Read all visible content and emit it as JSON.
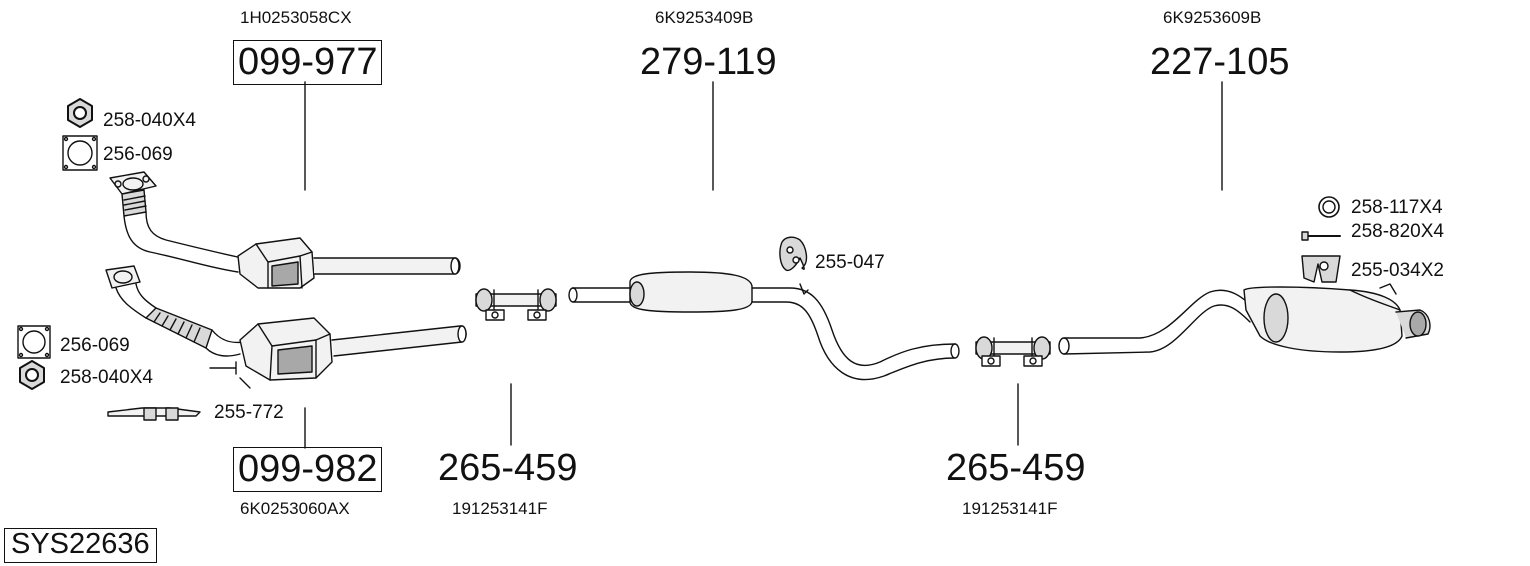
{
  "system_code": "SYS22636",
  "parts": {
    "cat1": {
      "number": "099-977",
      "oem": "1H0253058CX"
    },
    "cat2": {
      "number": "099-982",
      "oem": "6K0253060AX"
    },
    "mid": {
      "number": "279-119",
      "oem": "6K9253409B"
    },
    "rear": {
      "number": "227-105",
      "oem": "6K9253609B"
    },
    "clamp1": {
      "number": "265-459",
      "oem": "191253141F"
    },
    "clamp2": {
      "number": "265-459",
      "oem": "191253141F"
    }
  },
  "accessories": {
    "nut_top": "258-040X4",
    "gasket_top": "256-069",
    "gasket_bottom": "256-069",
    "nut_bottom": "258-040X4",
    "bracket_bottom": "255-772",
    "hanger_mid": "255-047",
    "ring_rear": "258-117X4",
    "bolt_rear": "258-820X4",
    "hanger_rear": "255-034X2"
  },
  "colors": {
    "line": "#111111",
    "fill_light": "#f2f2f2",
    "fill_mid": "#d9d9d9",
    "fill_dark": "#a8a8a8"
  }
}
